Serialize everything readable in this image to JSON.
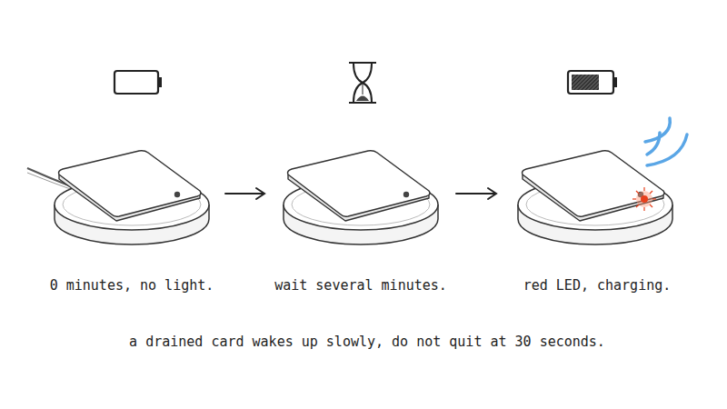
{
  "diagram": {
    "caption": "a drained card wakes up slowly, do not quit at 30 seconds.",
    "labels": [
      "0 minutes, no light.",
      "wait several minutes.",
      "red LED, charging."
    ]
  }
}
